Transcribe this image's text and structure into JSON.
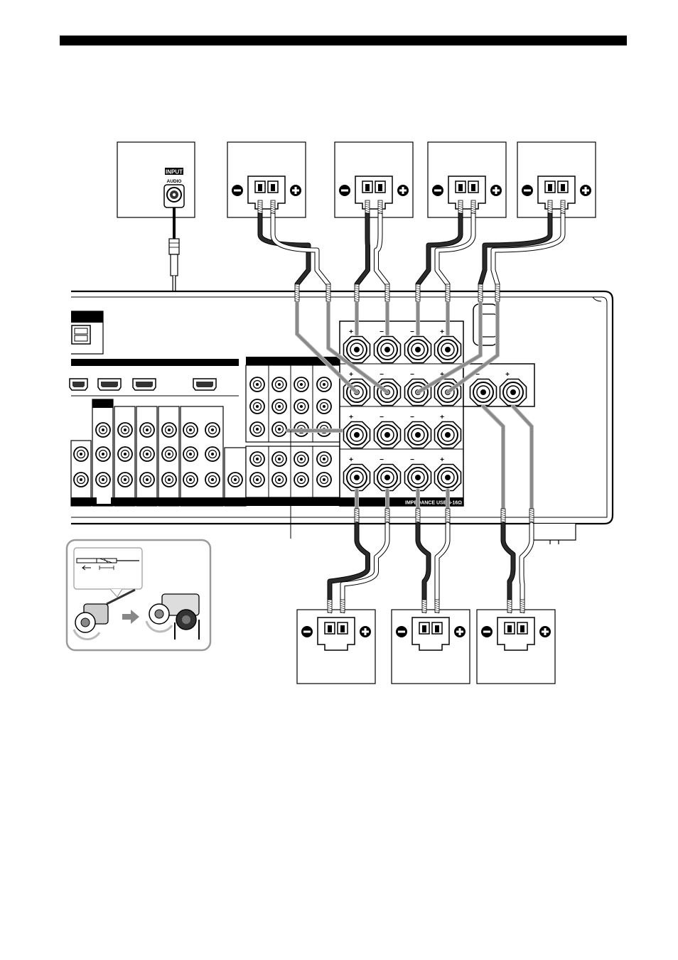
{
  "subwoofer": {
    "input_label": "INPUT",
    "audio_label": "AUDIO"
  },
  "receiver": {
    "impedance_label": "IMPEDANCE USE 6-16Ω"
  },
  "terminal_signs": {
    "plus": "+",
    "minus": "−"
  },
  "colors": {
    "line": "#000000",
    "cable_dark": "#2b2b2b",
    "cable_gray": "#8c8c8c",
    "panel_gray": "#bdbdbd",
    "label_bg": "#000000"
  },
  "icons": [
    "speaker-terminal-icon",
    "rca-jack-icon",
    "hdmi-port-icon",
    "binding-post-icon",
    "arrow-right-icon",
    "ferrite-core-icon"
  ]
}
